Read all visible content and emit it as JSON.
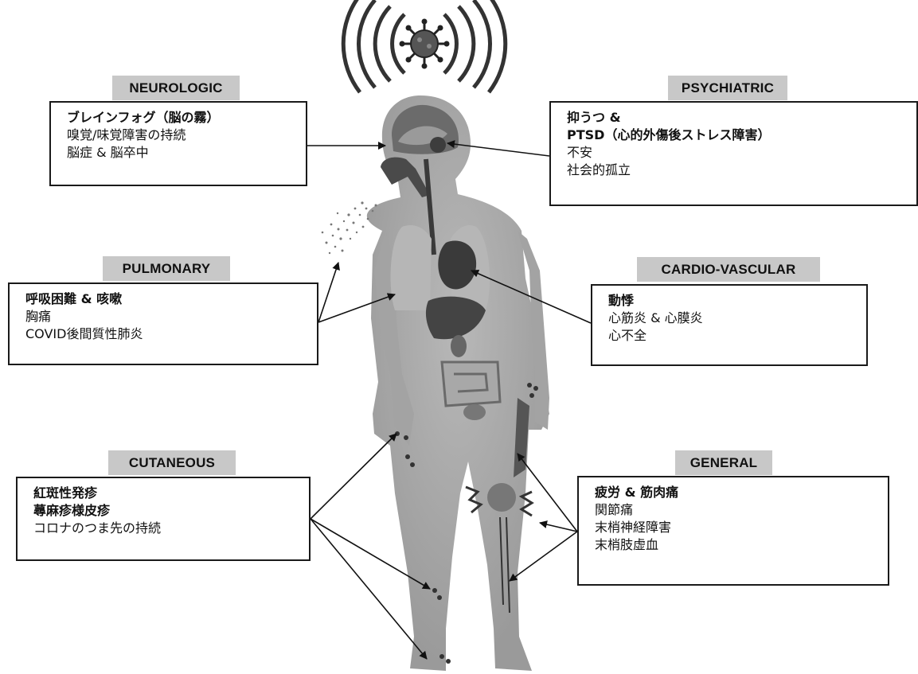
{
  "neurologic": {
    "label": "NEUROLOGIC",
    "lines": [
      "ブレインフォグ（脳の霧）",
      "嗅覚/味覚障害の持続",
      "脳症 & 脳卒中"
    ]
  },
  "psychiatric": {
    "label": "PSYCHIATRIC",
    "lines": [
      "抑うつ &",
      "PTSD（心的外傷後ストレス障害）",
      "不安",
      "社会的孤立"
    ]
  },
  "pulmonary": {
    "label": "PULMONARY",
    "lines": [
      "呼吸困難 & 咳嗽",
      "胸痛",
      "COVID後間質性肺炎"
    ]
  },
  "cardiovascular": {
    "label": "CARDIO-VASCULAR",
    "lines": [
      "動悸",
      "心筋炎 & 心膜炎",
      "心不全"
    ]
  },
  "cutaneous": {
    "label": "CUTANEOUS",
    "lines": [
      "紅斑性発疹",
      "蕁麻疹様皮疹",
      "コロナのつま先の持続"
    ]
  },
  "general": {
    "label": "GENERAL",
    "lines": [
      "疲労 & 筋肉痛",
      "関節痛",
      "末梢神経障害",
      "末梢肢虚血"
    ]
  },
  "colors": {
    "body": "#a9a9a9",
    "organ_dark": "#3a3a3a",
    "label_bg": "#c8c8c8",
    "line": "#111111"
  },
  "icons": [
    "virus-icon",
    "radiating-waves",
    "human-body-figure",
    "spray-cloud"
  ]
}
